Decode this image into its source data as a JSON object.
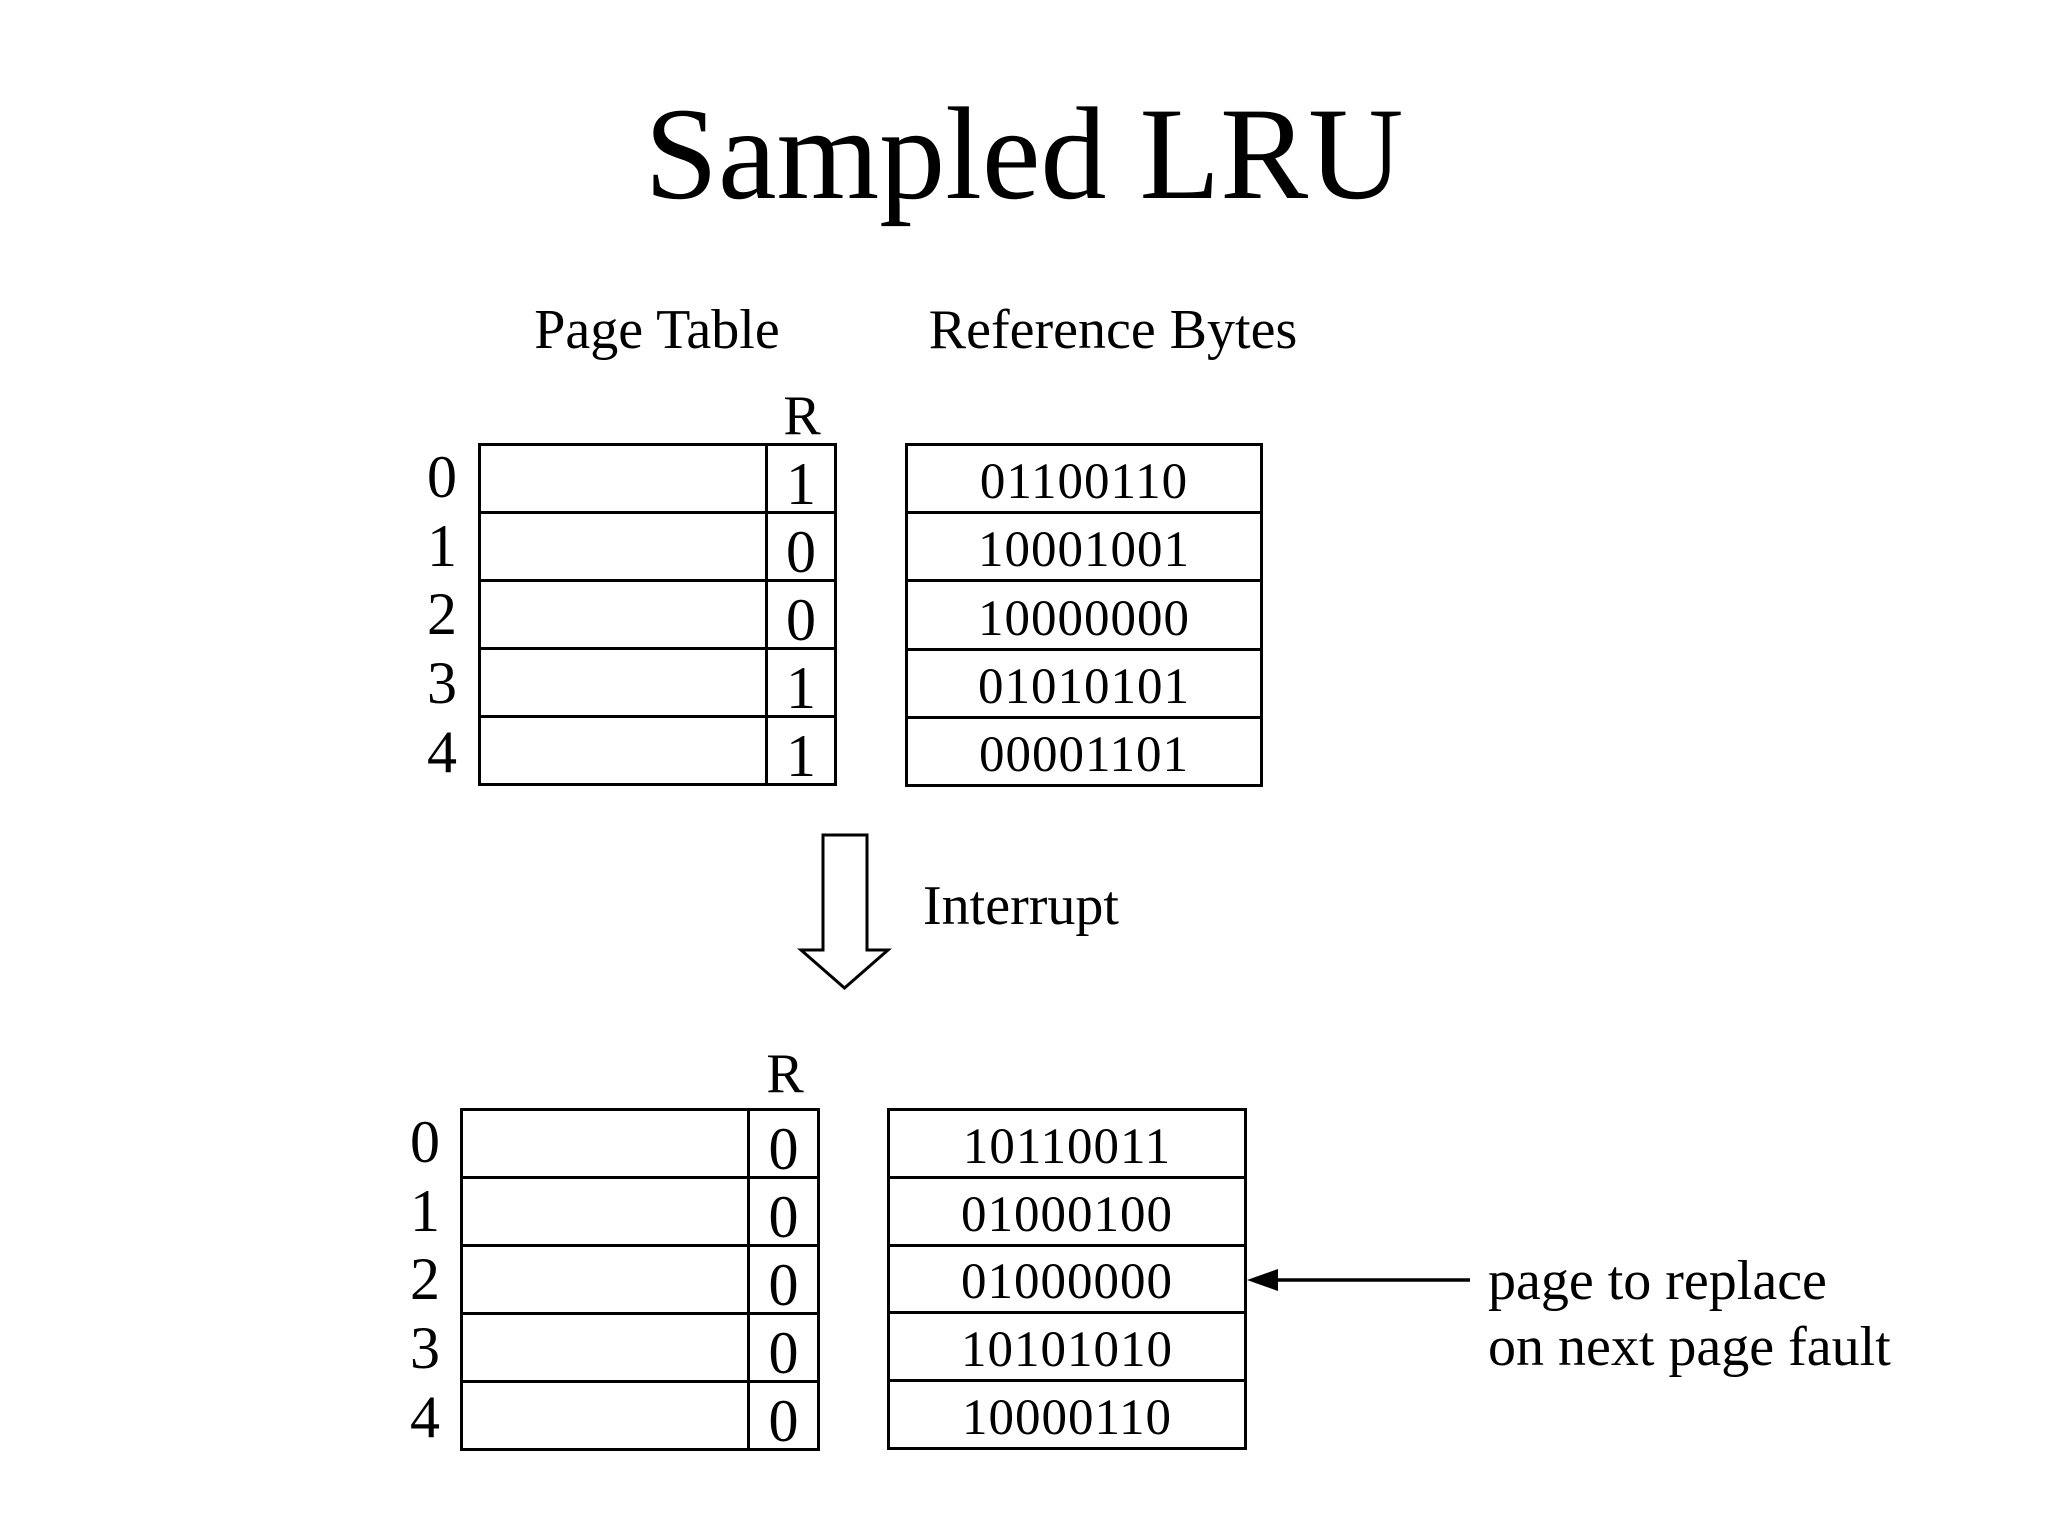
{
  "title": "Sampled LRU",
  "labels": {
    "page_table": "Page Table",
    "reference_bytes": "Reference Bytes",
    "r_header": "R",
    "interrupt": "Interrupt",
    "annotation_line1": "page to replace",
    "annotation_line2": "on next page fault"
  },
  "colors": {
    "foreground": "#000000",
    "background": "#ffffff"
  },
  "before": {
    "rows": [
      {
        "index": "0",
        "r": "1",
        "ref_byte": "01100110"
      },
      {
        "index": "1",
        "r": "0",
        "ref_byte": "10001001"
      },
      {
        "index": "2",
        "r": "0",
        "ref_byte": "10000000"
      },
      {
        "index": "3",
        "r": "1",
        "ref_byte": "01010101"
      },
      {
        "index": "4",
        "r": "1",
        "ref_byte": "00001101"
      }
    ]
  },
  "after": {
    "annotation_target_row": 2,
    "rows": [
      {
        "index": "0",
        "r": "0",
        "ref_byte": "10110011"
      },
      {
        "index": "1",
        "r": "0",
        "ref_byte": "01000100"
      },
      {
        "index": "2",
        "r": "0",
        "ref_byte": "01000000"
      },
      {
        "index": "3",
        "r": "0",
        "ref_byte": "10101010"
      },
      {
        "index": "4",
        "r": "0",
        "ref_byte": "10000110"
      }
    ]
  }
}
